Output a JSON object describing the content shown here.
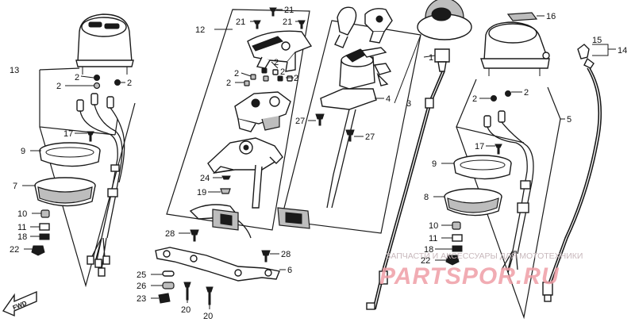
{
  "parts": [
    {
      "id": "p1",
      "label": "1"
    },
    {
      "id": "p2a",
      "label": "2"
    },
    {
      "id": "p2b",
      "label": "2"
    },
    {
      "id": "p2c",
      "label": "2"
    },
    {
      "id": "p2d",
      "label": "2"
    },
    {
      "id": "p2e",
      "label": "2"
    },
    {
      "id": "p2f",
      "label": "2"
    },
    {
      "id": "p2g",
      "label": "2"
    },
    {
      "id": "p2h",
      "label": "2"
    },
    {
      "id": "p2i",
      "label": "2"
    },
    {
      "id": "p2j",
      "label": "2"
    },
    {
      "id": "p3",
      "label": "3"
    },
    {
      "id": "p4",
      "label": "4"
    },
    {
      "id": "p5",
      "label": "5"
    },
    {
      "id": "p6",
      "label": "6"
    },
    {
      "id": "p7",
      "label": "7"
    },
    {
      "id": "p8",
      "label": "8"
    },
    {
      "id": "p9a",
      "label": "9"
    },
    {
      "id": "p9b",
      "label": "9"
    },
    {
      "id": "p10a",
      "label": "10"
    },
    {
      "id": "p10b",
      "label": "10"
    },
    {
      "id": "p11a",
      "label": "11"
    },
    {
      "id": "p11b",
      "label": "11"
    },
    {
      "id": "p12",
      "label": "12"
    },
    {
      "id": "p13",
      "label": "13"
    },
    {
      "id": "p14",
      "label": "14"
    },
    {
      "id": "p15",
      "label": "15"
    },
    {
      "id": "p16",
      "label": "16"
    },
    {
      "id": "p17a",
      "label": "17"
    },
    {
      "id": "p17b",
      "label": "17"
    },
    {
      "id": "p18a",
      "label": "18"
    },
    {
      "id": "p18b",
      "label": "18"
    },
    {
      "id": "p19",
      "label": "19"
    },
    {
      "id": "p20a",
      "label": "20"
    },
    {
      "id": "p20b",
      "label": "20"
    },
    {
      "id": "p21a",
      "label": "21"
    },
    {
      "id": "p21b",
      "label": "21"
    },
    {
      "id": "p21c",
      "label": "21"
    },
    {
      "id": "p22a",
      "label": "22"
    },
    {
      "id": "p22b",
      "label": "22"
    },
    {
      "id": "p23",
      "label": "23"
    },
    {
      "id": "p24",
      "label": "24"
    },
    {
      "id": "p25",
      "label": "25"
    },
    {
      "id": "p26",
      "label": "26"
    },
    {
      "id": "p27a",
      "label": "27"
    },
    {
      "id": "p27b",
      "label": "27"
    },
    {
      "id": "p28a",
      "label": "28"
    },
    {
      "id": "p28b",
      "label": "28"
    }
  ],
  "direction_label": "FWD",
  "watermark": {
    "caption": "ЗАПЧАСТИ И АКСЕССУАРЫ ДЛЯ МОТОТЕХНИКИ",
    "logo": "PARTSPOR.RU"
  },
  "colors": {
    "line": "#1a1a1a",
    "watermark_logo": "#ee9ea6",
    "watermark_caption": "#c8b8bc"
  }
}
